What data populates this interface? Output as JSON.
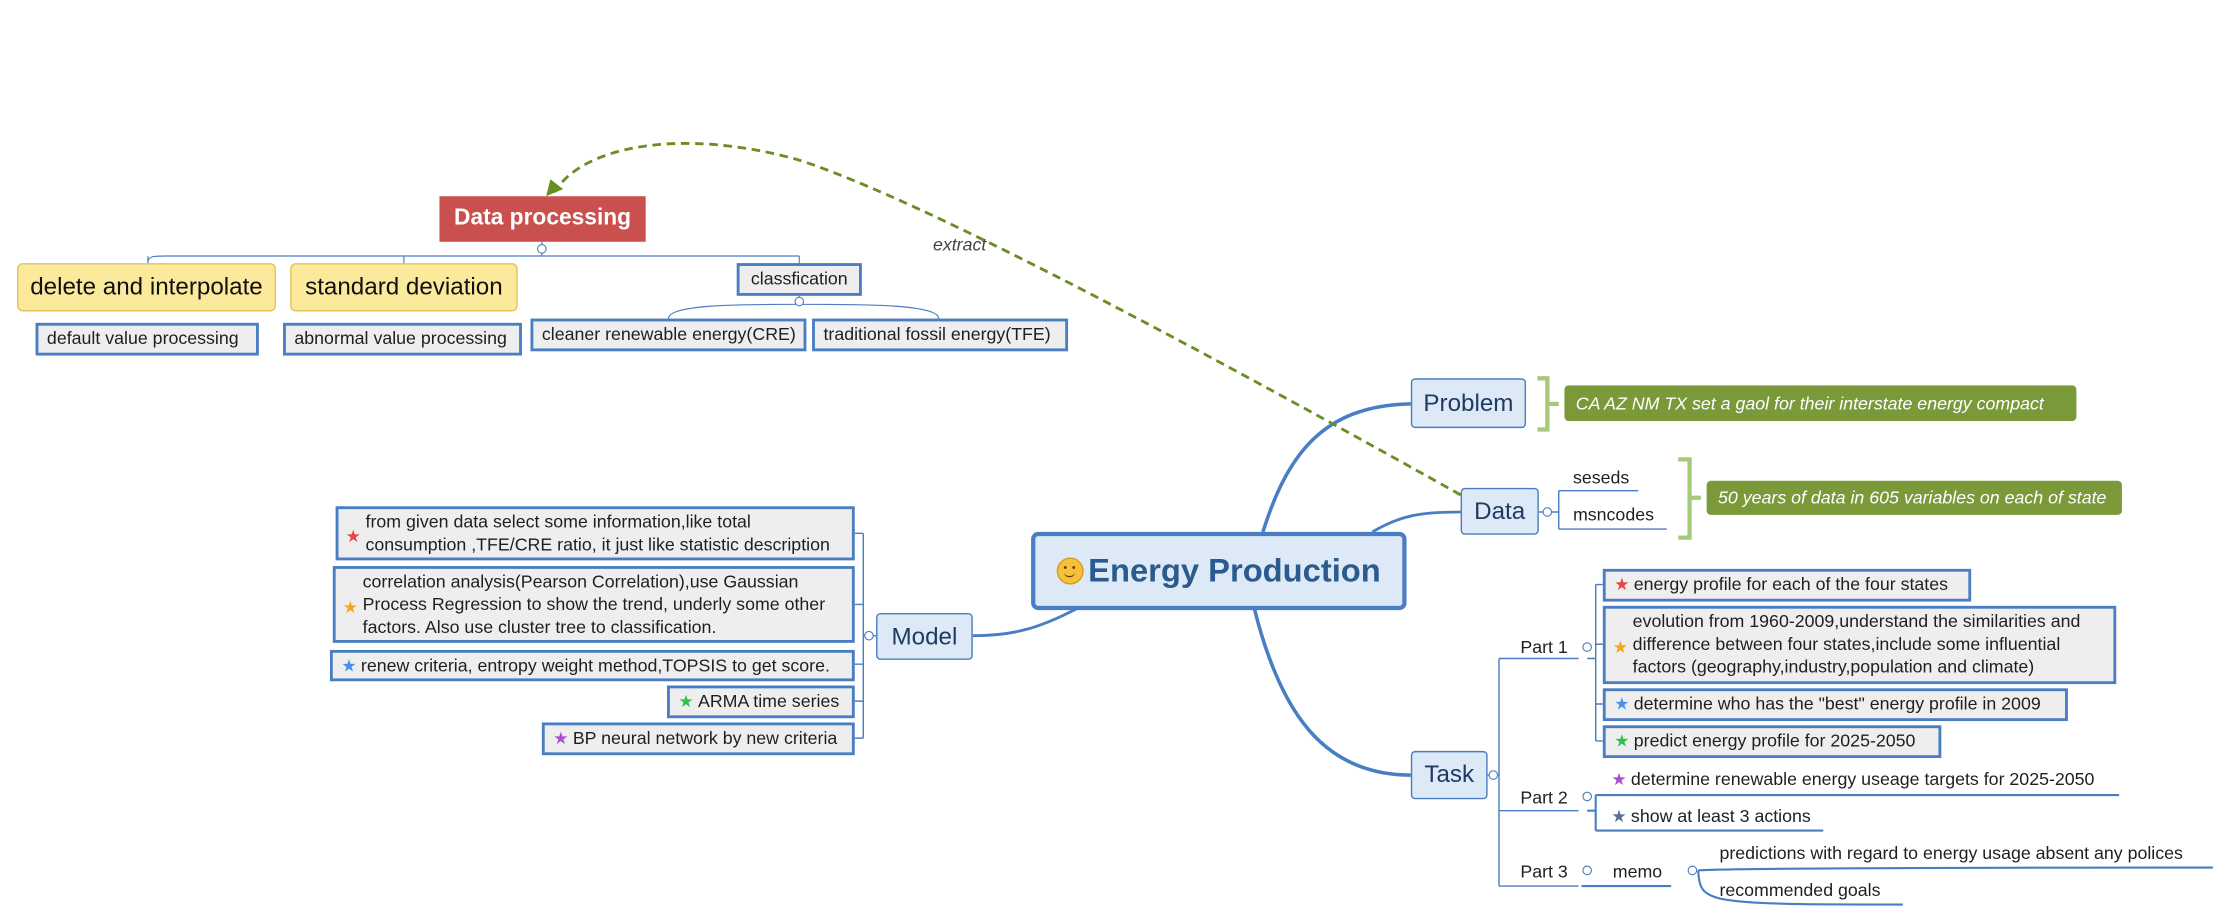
{
  "central_topic": {
    "label": "Energy Production",
    "icon": "smiley-icon"
  },
  "data_processing": {
    "title": "Data processing",
    "children": {
      "delete_interpolate": {
        "label": "delete and interpolate",
        "note": "default value processing"
      },
      "standard_deviation": {
        "label": "standard deviation",
        "note": "abnormal value processing"
      },
      "classification": {
        "label": "classfication",
        "items": [
          "cleaner renewable energy(CRE)",
          "traditional fossil energy(TFE)"
        ]
      }
    }
  },
  "relationship": {
    "label": "extract"
  },
  "problem": {
    "label": "Problem",
    "summary": "CA AZ NM TX  set a gaol for their interstate energy compact"
  },
  "data": {
    "label": "Data",
    "items": [
      "seseds",
      "msncodes"
    ],
    "summary": "50 years of data in 605 variables on each of state"
  },
  "model": {
    "label": "Model",
    "items": [
      {
        "text": "from given data select some information,like total consumption ,TFE/CRE ratio, it just like statistic description",
        "star": "red-star-icon"
      },
      {
        "text": "correlation analysis(Pearson Correlation),use Gaussian Process Regression to show the trend, underly some other factors. Also use cluster tree to classification.",
        "star": "orange-star-icon"
      },
      {
        "text": "renew criteria, entropy weight method,TOPSIS to get score.",
        "star": "blue-star-icon"
      },
      {
        "text": "ARMA time series",
        "star": "green-star-icon"
      },
      {
        "text": "BP neural network by new criteria",
        "star": "purple-star-icon"
      }
    ]
  },
  "task": {
    "label": "Task",
    "part1": {
      "label": "Part 1",
      "items": [
        {
          "text": "energy profile for each of the four states",
          "star": "red-star-icon"
        },
        {
          "text": "evolution from 1960-2009,understand the similarities and difference between four states,include some influential factors (geography,industry,population and climate)",
          "star": "orange-star-icon"
        },
        {
          "text": "determine who has the \"best\" energy profile in 2009",
          "star": "blue-star-icon"
        },
        {
          "text": "predict energy profile for 2025-2050",
          "star": "green-star-icon"
        }
      ]
    },
    "part2": {
      "label": "Part 2",
      "items": [
        {
          "text": "determine renewable energy useage targets for 2025-2050",
          "star": "purple-star-icon"
        },
        {
          "text": "show at least 3 actions",
          "star": "slate-star-icon"
        }
      ]
    },
    "part3": {
      "label": "Part 3",
      "memo": {
        "label": "memo",
        "items": [
          "predictions with regard to energy usage absent any polices",
          "recommended goals"
        ]
      }
    }
  },
  "colors": {
    "branch_blue": "#4a7ec2",
    "relationship_green": "#6b8e23",
    "summary_green": "#7a9a3a",
    "red_header": "#c9504c",
    "yellow_topic": "#fcea9c",
    "star_red": "#e84545",
    "star_orange": "#f4a61e",
    "star_blue": "#4a8fe8",
    "star_green": "#2fbf4f",
    "star_purple": "#b04cd0",
    "star_slate": "#5a6f96"
  }
}
